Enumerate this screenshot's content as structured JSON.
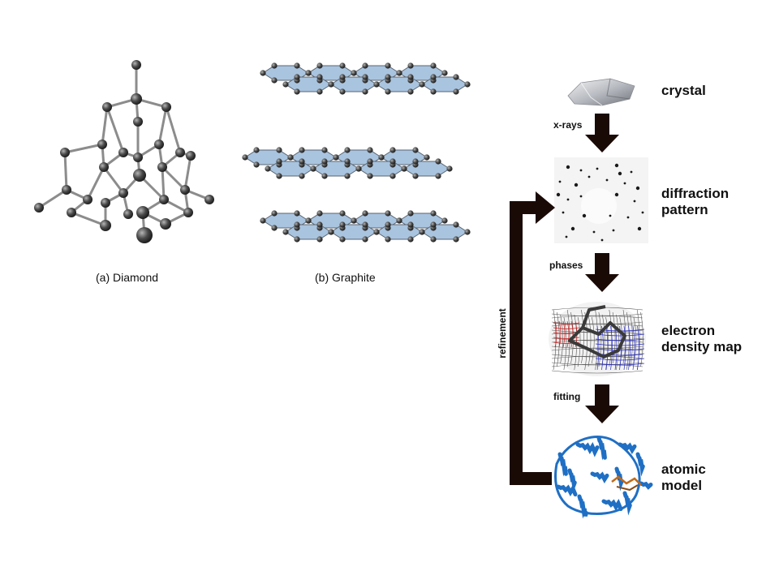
{
  "captions": {
    "diamond": "(a) Diamond",
    "graphite": "(b) Graphite"
  },
  "pipeline": {
    "stages": {
      "crystal": "crystal",
      "diffraction_1": "diffraction",
      "diffraction_2": "pattern",
      "density_1": "electron",
      "density_2": "density map",
      "model_1": "atomic",
      "model_2": "model"
    },
    "steps": {
      "xrays": "x-rays",
      "phases": "phases",
      "fitting": "fitting",
      "refinement": "refinement"
    }
  },
  "colors": {
    "atom": "#4a4a4a",
    "graphite_sheet": "#a9c4df",
    "arrow": "#1a0a06",
    "density_blue": "#2a2fbf",
    "density_red": "#c02020",
    "protein_blue": "#1f6fc4",
    "ligand": "#c06a1a"
  }
}
